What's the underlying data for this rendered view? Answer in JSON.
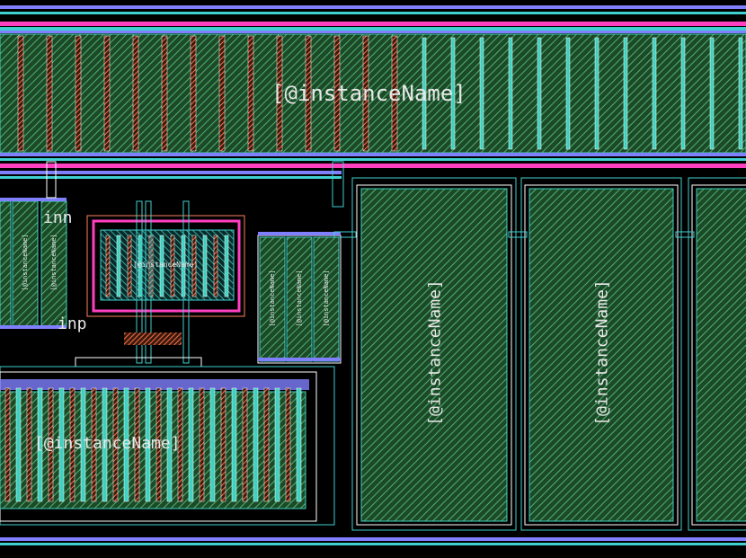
{
  "layout_view": {
    "background_color": "#000000",
    "layer_colors": {
      "metal1": "#3fd0d0",
      "metal2": "#ff60ff",
      "poly": "#ff6040",
      "diffusion": "#40c060",
      "nwell": "#b0b0ff",
      "boundary": "#ffffff",
      "via": "#ffff80"
    },
    "instance_label": "[@instanceName]",
    "pin_labels": {
      "inn": "inn",
      "inp": "inp"
    },
    "small_instance_label": "[@instanceName]"
  }
}
